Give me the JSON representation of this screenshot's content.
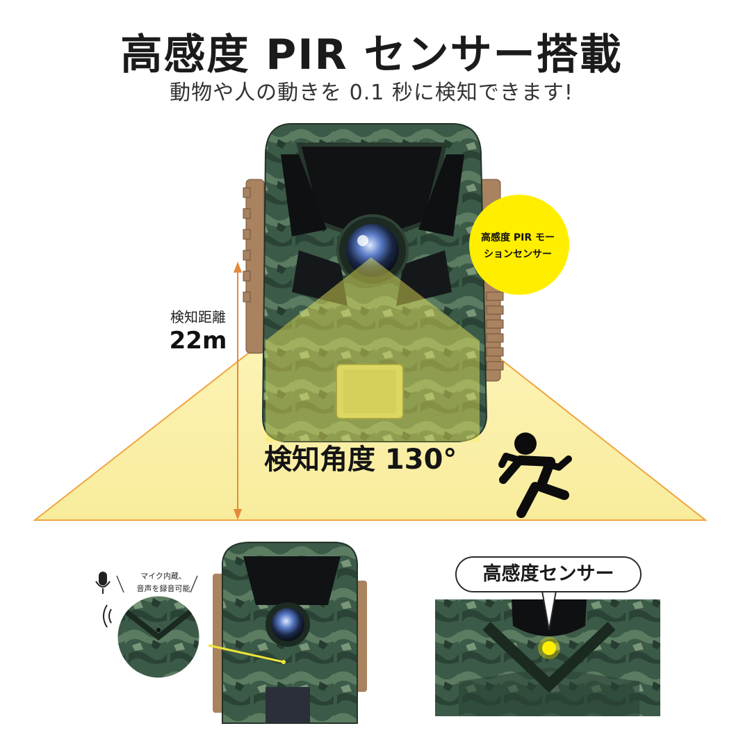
{
  "header": {
    "title": "高感度 PIR センサー搭載",
    "subtitle": "動物や人の動きを 0.1 秒に検知できます!"
  },
  "diagram": {
    "badge_line1": "高感度 PIR モー",
    "badge_line2": "ションセンサー",
    "distance_label": "検知距離",
    "distance_value": "22m",
    "angle_label": "検知角度 130°"
  },
  "bottom": {
    "mic_line1": "マイク内蔵、",
    "mic_line2": "音声を録音可能",
    "sensor_label": "高感度センサー"
  },
  "colors": {
    "camo_dark": "#2f4a3c",
    "camo_mid": "#4d6b55",
    "cone_fill": "#fbf0a6",
    "cone_edge": "#f0a540",
    "badge_yellow": "#ffee00",
    "arrow_orange": "#e5893a",
    "latch_brown": "#a98260"
  }
}
